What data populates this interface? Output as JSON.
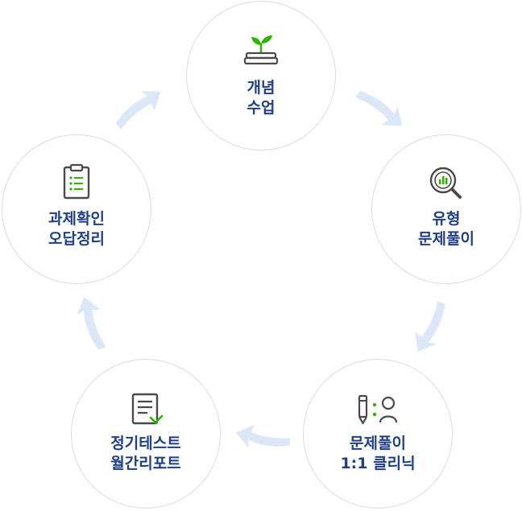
{
  "colors": {
    "label": "#1f3f88",
    "accent": "#2db400",
    "icon": "#4a4a4a",
    "arrow": "#dce8f7",
    "border": "#dcdcdc"
  },
  "nodes": [
    {
      "id": "concept-lecture",
      "icon": "sprout-book-icon",
      "line1": "개념",
      "line2": "수업"
    },
    {
      "id": "type-problems",
      "icon": "magnifier-chart-icon",
      "line1": "유형",
      "line2": "문제풀이"
    },
    {
      "id": "clinic",
      "icon": "pencil-person-icon",
      "line1": "문제풀이",
      "line2": "1:1 클리닉"
    },
    {
      "id": "test-report",
      "icon": "document-check-icon",
      "line1": "정기테스트",
      "line2": "월간리포트"
    },
    {
      "id": "assignment-review",
      "icon": "clipboard-list-icon",
      "line1": "과제확인",
      "line2": "오답정리"
    }
  ]
}
